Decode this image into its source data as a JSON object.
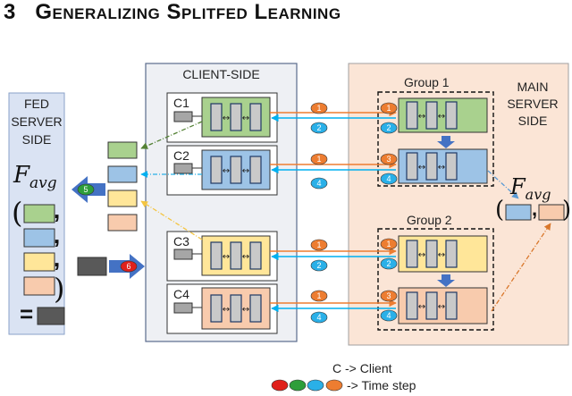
{
  "title": {
    "number": "3",
    "words": [
      {
        "big": "G",
        "small": "ENERALIZING"
      },
      {
        "big": "S",
        "small": "PLITFED"
      },
      {
        "big": "L",
        "small": "EARNING"
      }
    ]
  },
  "fed_server": {
    "line1": "FED",
    "line2": "SERVER",
    "line3": "SIDE",
    "favg_main": "F",
    "favg_sub": "avg",
    "paren_open": "(",
    "paren_close": ")",
    "comma": ",",
    "equals": "="
  },
  "client_side": {
    "label": "CLIENT-SIDE",
    "clients": [
      {
        "name": "C1"
      },
      {
        "name": "C2"
      },
      {
        "name": "C3"
      },
      {
        "name": "C4"
      }
    ]
  },
  "main_server": {
    "line1": "MAIN",
    "line2": "SERVER",
    "line3": "SIDE",
    "group1": "Group 1",
    "group2": "Group 2",
    "favg_main": "F",
    "favg_sub": "avg",
    "paren_open": "(",
    "paren_close": ")",
    "comma": ","
  },
  "steps": {
    "s1": "1",
    "s2": "2",
    "s3": "3",
    "s4": "4",
    "s5": "5",
    "s6": "6"
  },
  "legend": {
    "client": "C  -> Client",
    "time_step": "-> Time step"
  },
  "colors": {
    "green": "#a9d18e",
    "blue": "#9dc3e6",
    "yellow": "#ffe699",
    "salmon": "#f8cbad",
    "server_bg": "#fbe5d6",
    "client_bg": "#eef0f4",
    "fed_bg": "#dae3f3",
    "arrow_orange": "#ed7d31",
    "arrow_blue": "#00b0f0",
    "step_orange": "#ed7d31",
    "step_blue": "#2ab0e8",
    "step_green": "#2e9e3a",
    "step_red": "#e0201b",
    "big_arrow": "#4472c4"
  }
}
